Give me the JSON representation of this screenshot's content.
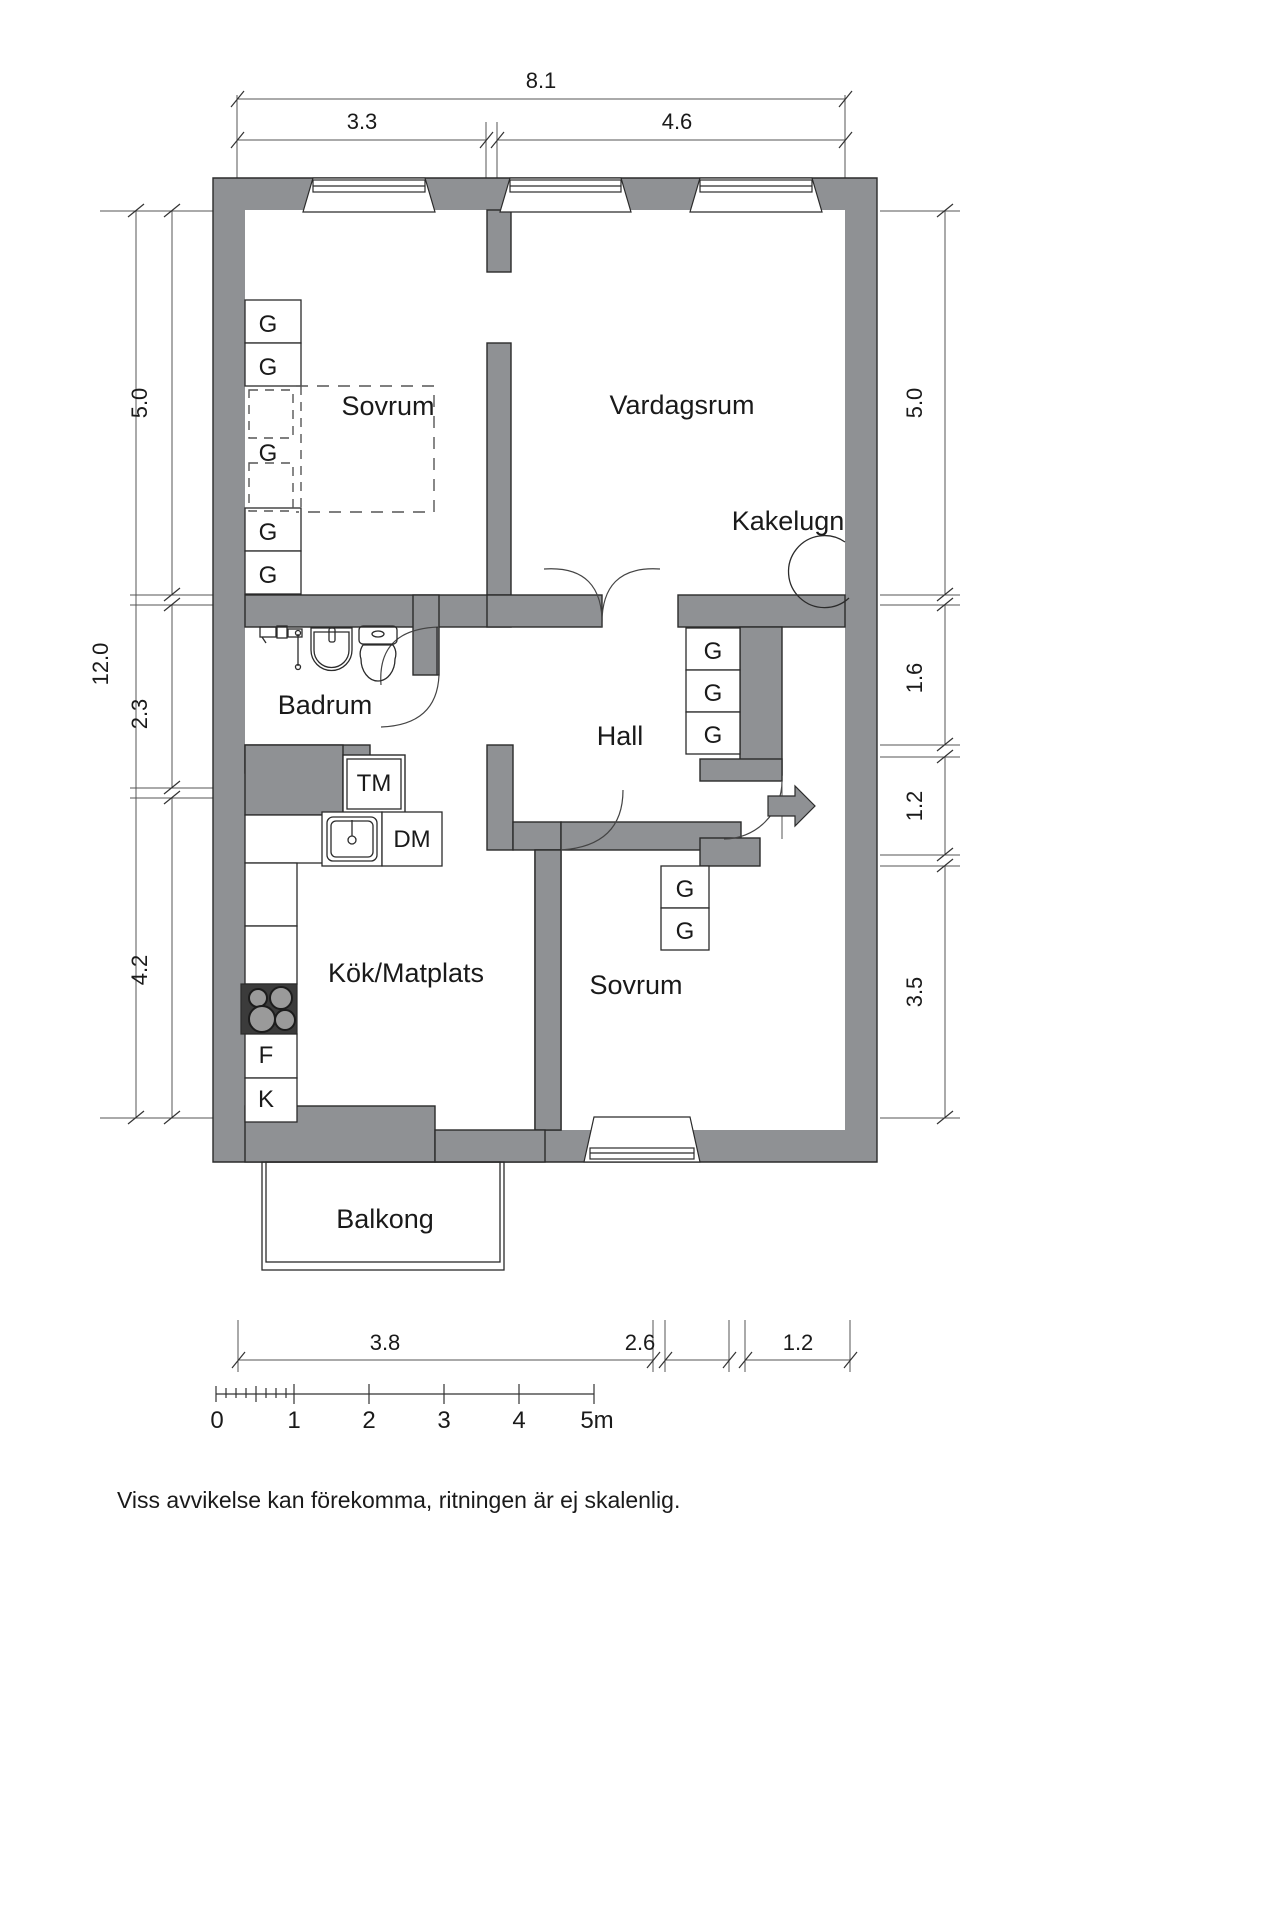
{
  "document": {
    "type": "floor-plan",
    "language": "sv",
    "footer_note": "Viss avvikelse kan förekomma, ritningen är ej skalenlig."
  },
  "rooms": [
    {
      "id": "sovrum-top",
      "label": "Sovrum"
    },
    {
      "id": "vardagsrum",
      "label": "Vardagsrum"
    },
    {
      "id": "badrum",
      "label": "Badrum"
    },
    {
      "id": "hall",
      "label": "Hall"
    },
    {
      "id": "kok-matplats",
      "label": "Kök/Matplats"
    },
    {
      "id": "sovrum-bottom",
      "label": "Sovrum"
    },
    {
      "id": "balkong",
      "label": "Balkong"
    }
  ],
  "features": [
    {
      "id": "kakelugn",
      "label": "Kakelugn"
    }
  ],
  "appliances": [
    {
      "id": "tvattmaskin",
      "label": "TM"
    },
    {
      "id": "diskmaskin",
      "label": "DM"
    },
    {
      "id": "frys",
      "label": "F"
    },
    {
      "id": "kyl",
      "label": "K"
    }
  ],
  "closets": {
    "label": "G",
    "bedroom_top_upper": [
      "G",
      "G"
    ],
    "bedroom_top_middle": [
      "G"
    ],
    "bedroom_top_lower": [
      "G",
      "G"
    ],
    "hall_right": [
      "G",
      "G",
      "G"
    ],
    "bedroom_bottom": [
      "G",
      "G"
    ]
  },
  "dimensions": {
    "top": {
      "total": "8.1",
      "segments": [
        "3.3",
        "4.6"
      ]
    },
    "left": {
      "total": "12.0",
      "segments": [
        "5.0",
        "2.3",
        "4.2"
      ]
    },
    "right": {
      "segments": [
        "5.0",
        "1.6",
        "1.2",
        "3.5"
      ]
    },
    "bottom": {
      "segments": [
        "3.8",
        "2.6",
        "1.2"
      ]
    }
  },
  "scale_bar": {
    "ticks": [
      "0",
      "1",
      "2",
      "3",
      "4"
    ],
    "end_label": "5m",
    "unit": "m"
  },
  "colors": {
    "wall": "#8f9194",
    "outline": "#2b2b2b",
    "dimension": "#555555",
    "text": "#1a1a1a",
    "background": "#ffffff"
  }
}
